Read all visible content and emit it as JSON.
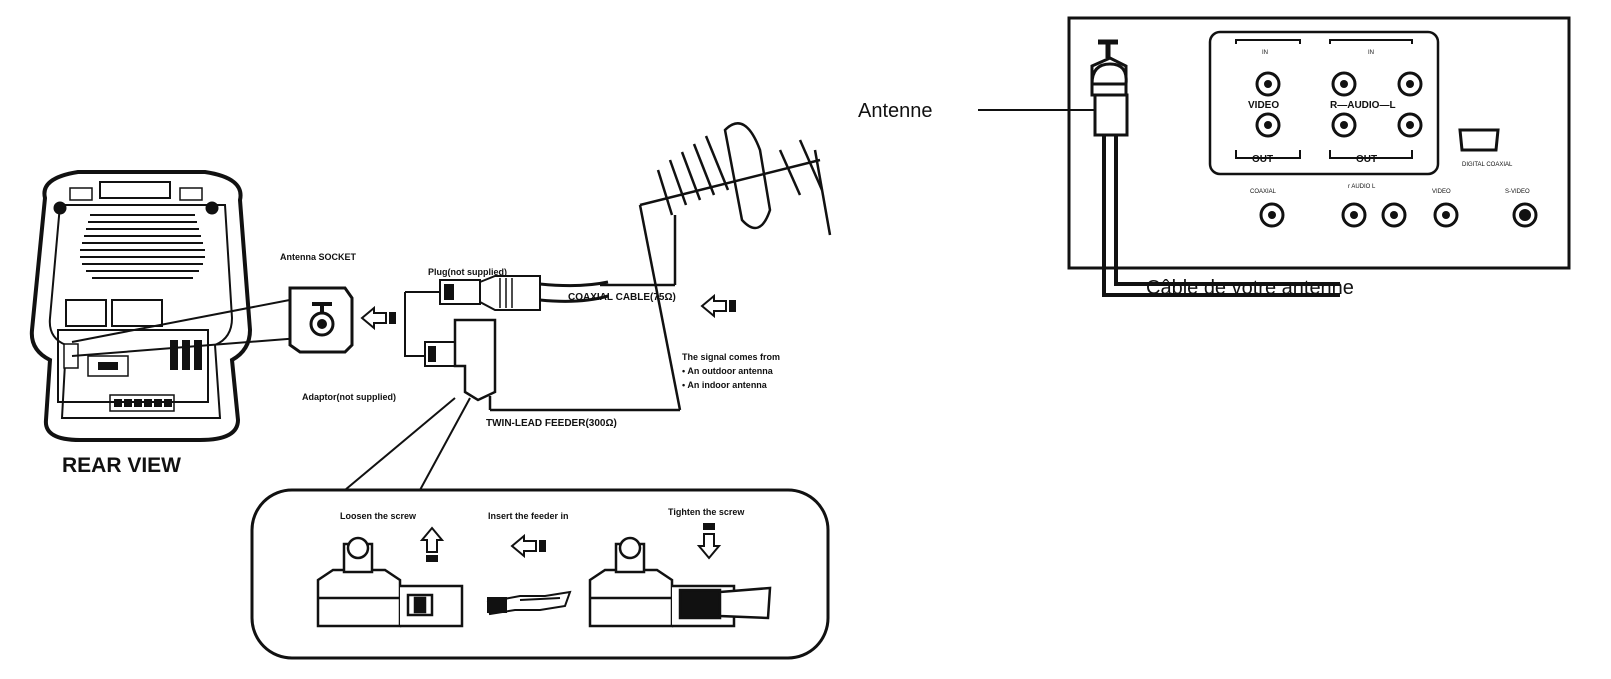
{
  "rear_view_label": "REAR VIEW",
  "antenna_socket_label": "Antenna SOCKET",
  "plug_label": "Plug(not supplied)",
  "coaxial_cable_label": "COAXIAL CABLE(75Ω)",
  "adaptor_label": "Adaptor(not supplied)",
  "twin_lead_label": "TWIN-LEAD FEEDER(300Ω)",
  "signal_notes": {
    "heading": "The signal comes from",
    "items": [
      "• An outdoor antenna",
      "• An indoor antenna"
    ]
  },
  "steps": [
    "Loosen the screw",
    "Insert the feeder in",
    "Tighten the screw"
  ],
  "antenne_label": "Antenne",
  "cable_label": "Câble  de  votre antenne",
  "panel": {
    "in_label": "IN",
    "out_label": "OUT",
    "video_label": "VIDEO",
    "audio_label": "R—AUDIO—L",
    "digital_label": "DIGITAL COAXIAL",
    "coaxial_label": "COAXIAL",
    "audio_out_label": "r AUDIO L",
    "video_out_label": "VIDEO",
    "svideo_label": "S-VIDEO"
  }
}
